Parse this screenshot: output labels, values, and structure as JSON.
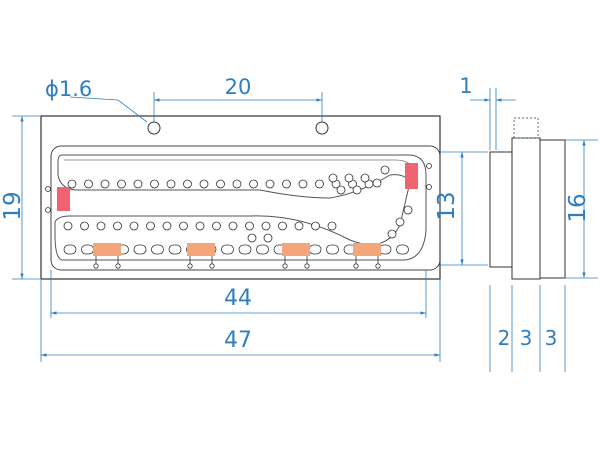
{
  "dimensions": {
    "hole_dia": "ϕ1.6",
    "hole_pitch": "20",
    "height_overall": "19",
    "height_inner": "13",
    "width_inner": "44",
    "width_overall": "47",
    "side_height": "16",
    "side_offset": "1",
    "side_depth_1": "2",
    "side_depth_2": "3",
    "side_depth_3": "3"
  },
  "colors": {
    "dimension": "#2f7fc0",
    "outline": "#333333",
    "red_pad": "#f06470",
    "orange_pad": "#f4a57a"
  }
}
